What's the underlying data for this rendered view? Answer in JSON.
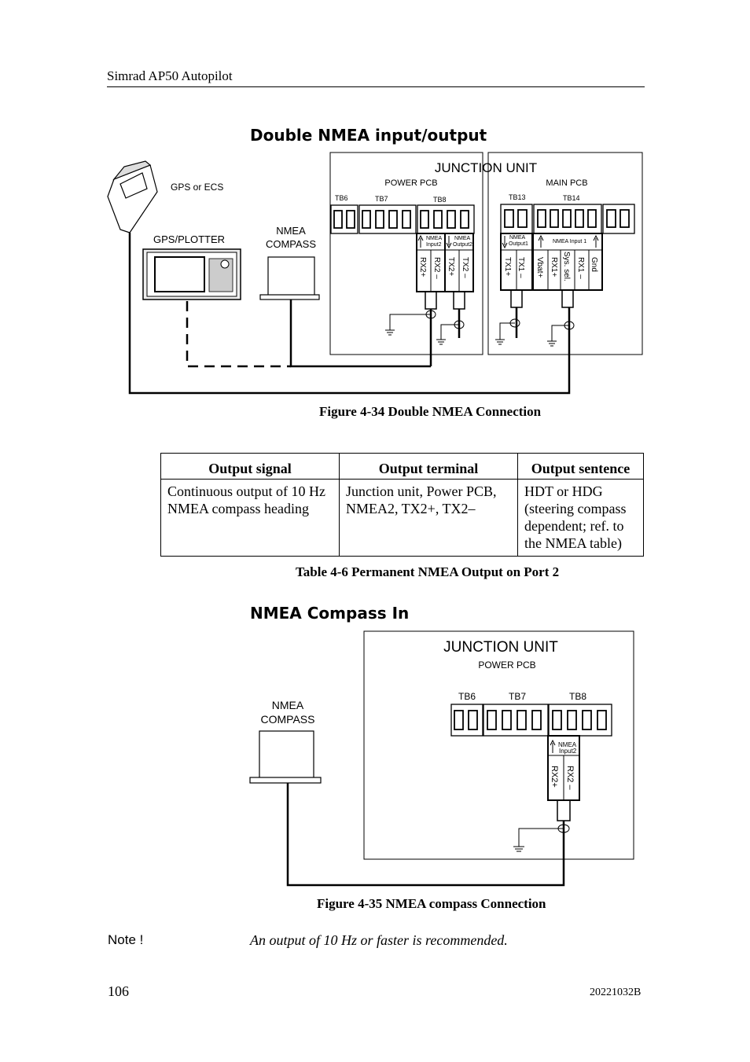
{
  "header": {
    "running_title": "Simrad AP50 Autopilot"
  },
  "section1": {
    "heading": "Double NMEA input/output",
    "figure": {
      "junction_unit_label": "JUNCTION UNIT",
      "power_pcb_label": "POWER PCB",
      "main_pcb_label": "MAIN PCB",
      "gps_ecs_label": "GPS or ECS",
      "gps_plotter_label": "GPS/PLOTTER",
      "nmea_compass_label": [
        "NMEA",
        "COMPASS"
      ],
      "tb6": "TB6",
      "tb7": "TB7",
      "tb8": "TB8",
      "tb13": "TB13",
      "tb14": "TB14",
      "nmea_input2": [
        "NMEA",
        "Input2"
      ],
      "nmea_output2": [
        "NMEA",
        "Output2"
      ],
      "nmea_output1": [
        "NMEA",
        "Output1"
      ],
      "nmea_input1": "NMEA Input 1",
      "tb8_terminals": [
        "RX2+",
        "RX2 –",
        "TX2+",
        "TX2 –"
      ],
      "tb13_terminals": [
        "TX1+",
        "TX1 –"
      ],
      "tb14_terminals": [
        "Vbat+",
        "RX1+",
        "Sys. sel.",
        "RX1 –",
        "Gnd"
      ]
    },
    "caption": "Figure 4-34  Double NMEA Connection"
  },
  "table": {
    "headers": [
      "Output signal",
      "Output terminal",
      "Output sentence"
    ],
    "rows": [
      [
        "Continuous output of 10 Hz NMEA compass heading",
        "Junction unit, Power PCB, NMEA2, TX2+, TX2–",
        "HDT or HDG (steering compass dependent; ref. to the NMEA table)"
      ]
    ],
    "caption": "Table 4-6  Permanent NMEA Output on Port 2"
  },
  "section2": {
    "heading": "NMEA Compass In",
    "figure": {
      "junction_unit_label": "JUNCTION UNIT",
      "power_pcb_label": "POWER PCB",
      "nmea_compass_label": [
        "NMEA",
        "COMPASS"
      ],
      "tb6": "TB6",
      "tb7": "TB7",
      "tb8": "TB8",
      "nmea_input2": [
        "NMEA",
        "Input2"
      ],
      "terminals": [
        "RX2+",
        "RX2 –"
      ]
    },
    "caption": "Figure 4-35 NMEA compass Connection"
  },
  "note": {
    "label": "Note !",
    "text": "An output of 10 Hz or faster is recommended."
  },
  "footer": {
    "page_number": "106",
    "doc_number": "20221032B"
  }
}
